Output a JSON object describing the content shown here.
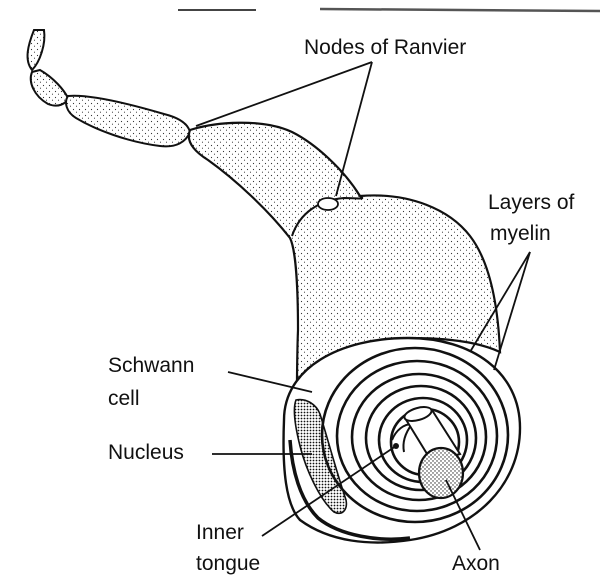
{
  "labels": {
    "nodes_of_ranvier": "Nodes of Ranvier",
    "layers_of_myelin_1": "Layers of",
    "layers_of_myelin_2": "myelin",
    "schwann_cell_1": "Schwann",
    "schwann_cell_2": "cell",
    "nucleus": "Nucleus",
    "inner_tongue_1": "Inner",
    "inner_tongue_2": "tongue",
    "axon": "Axon"
  },
  "colors": {
    "ink": "#111111",
    "background": "#ffffff"
  }
}
